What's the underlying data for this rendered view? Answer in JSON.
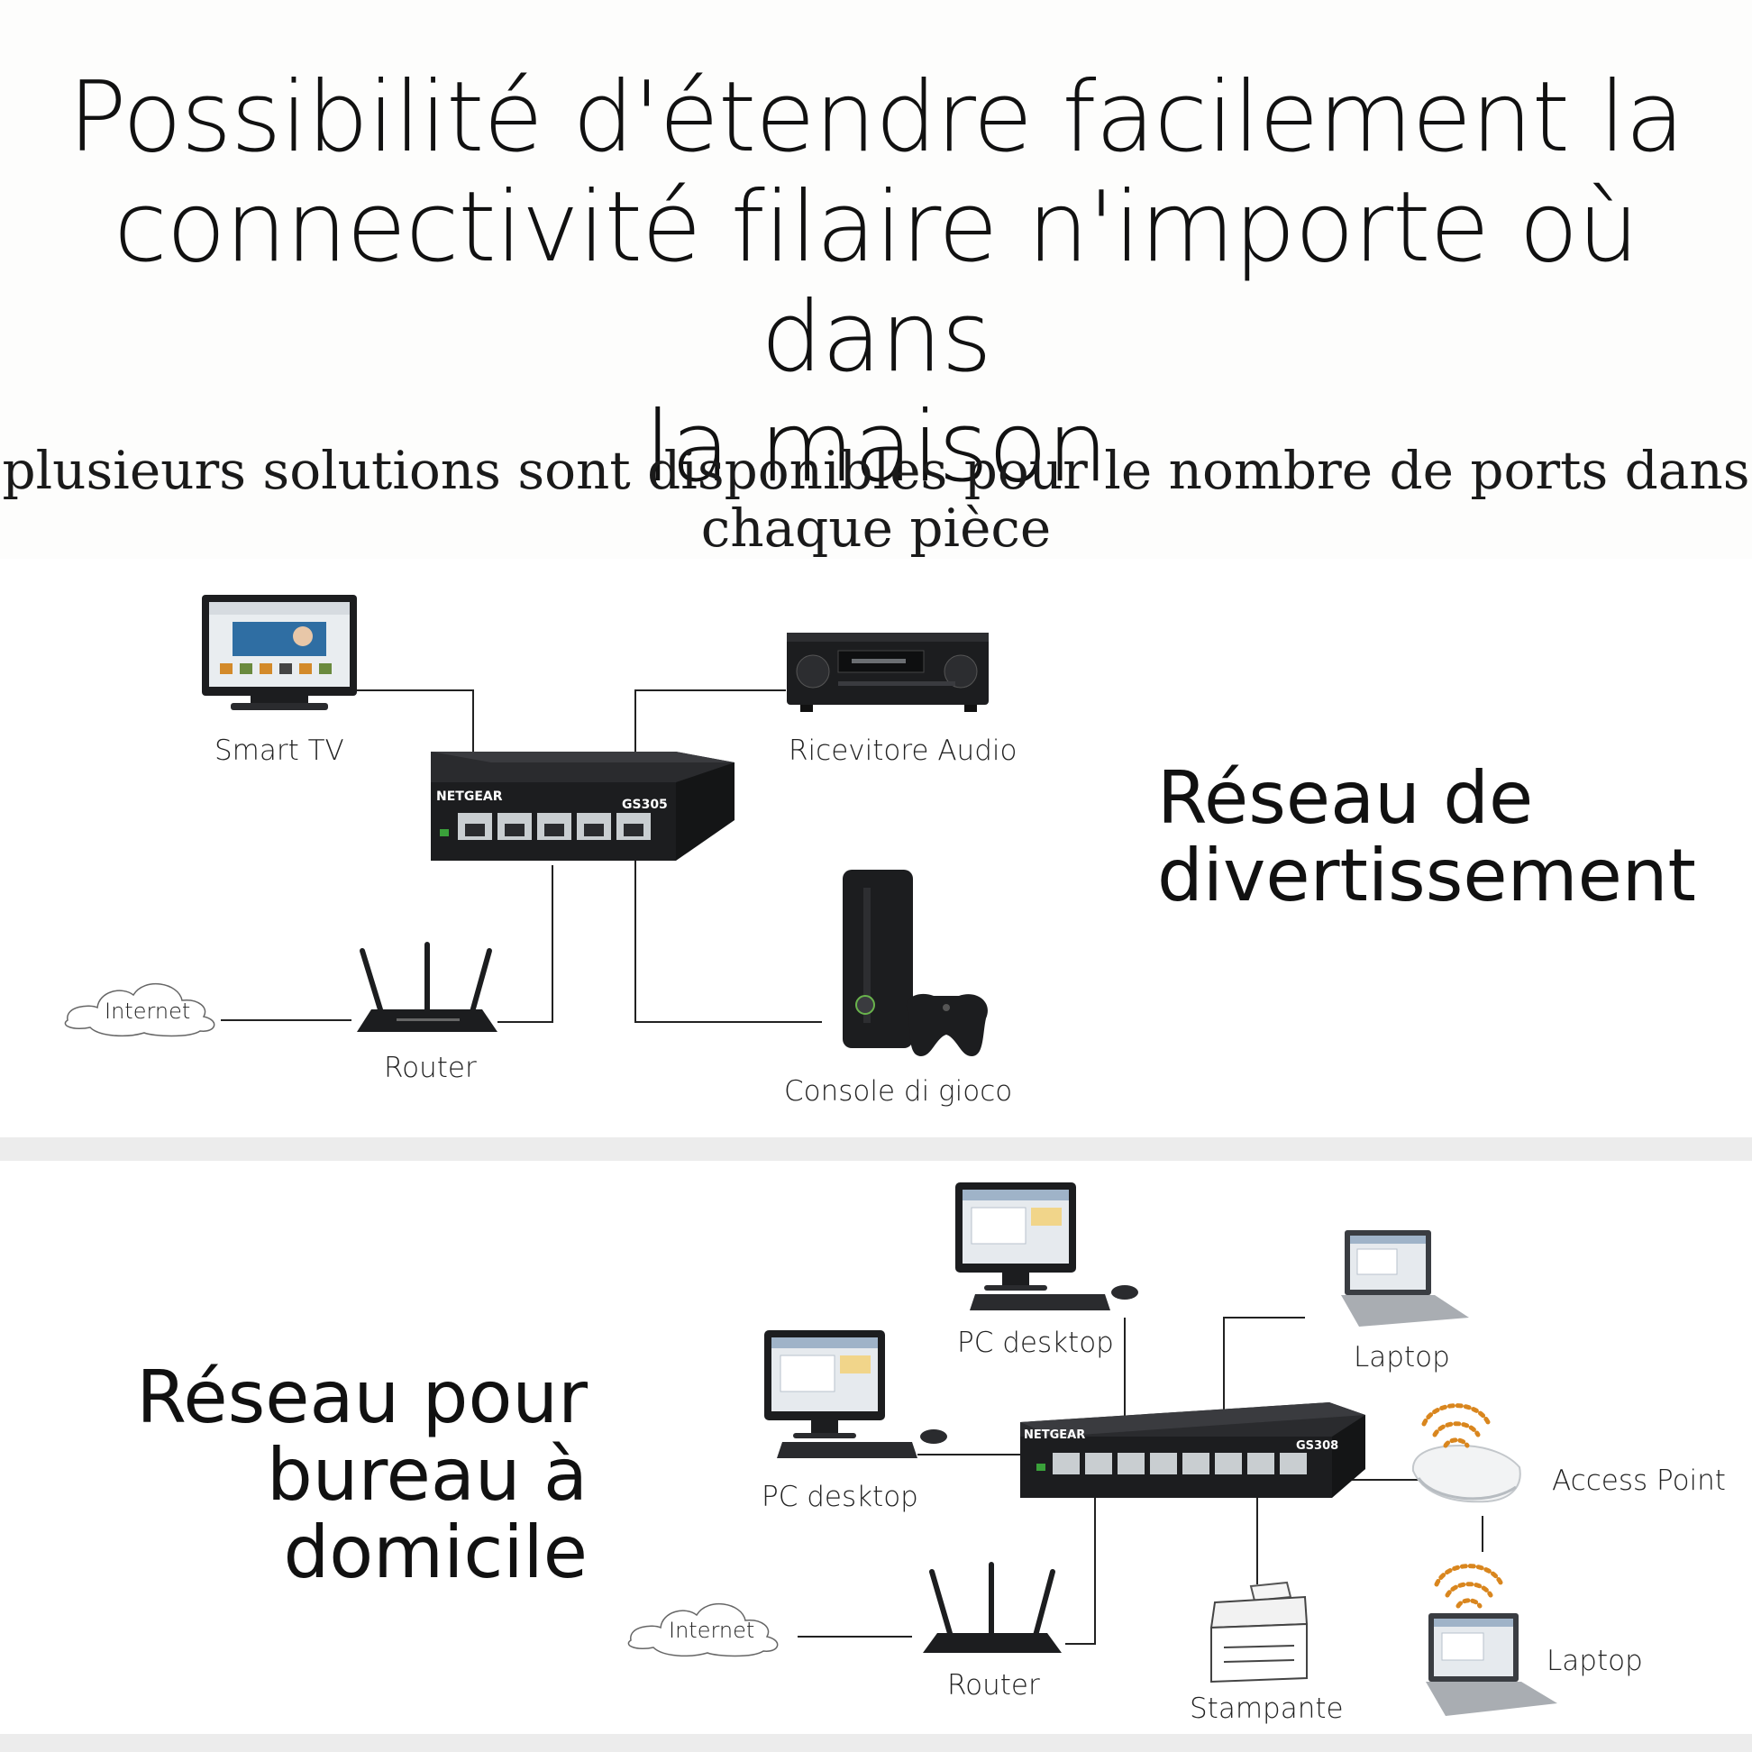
{
  "header": {
    "title": "Possibilité d'étendre facilement la\nconnectivité filaire n'importe où dans\nla maison",
    "subtitle": "plusieurs solutions sont disponibles pour le nombre de ports dans chaque pièce"
  },
  "panel1": {
    "heading": "Réseau de\ndivertissement",
    "labels": {
      "smart_tv": "Smart TV",
      "audio": "Ricevitore Audio",
      "internet": "Internet",
      "router": "Router",
      "console": "Console di gioco"
    },
    "switch_brand": "NETGEAR",
    "switch_model": "GS305"
  },
  "panel2": {
    "heading": "Réseau pour\nbureau à domicile",
    "labels": {
      "pc_top": "PC desktop",
      "laptop_top": "Laptop",
      "pc_left": "PC desktop",
      "access_point": "Access Point",
      "internet": "Internet",
      "router": "Router",
      "printer": "Stampante",
      "laptop_bottom": "Laptop"
    },
    "switch_brand": "NETGEAR",
    "switch_model": "GS308"
  },
  "colors": {
    "device": "#1c1d1f",
    "port": "#c9ced1",
    "wifi": "#d9861e",
    "line": "#222222"
  }
}
